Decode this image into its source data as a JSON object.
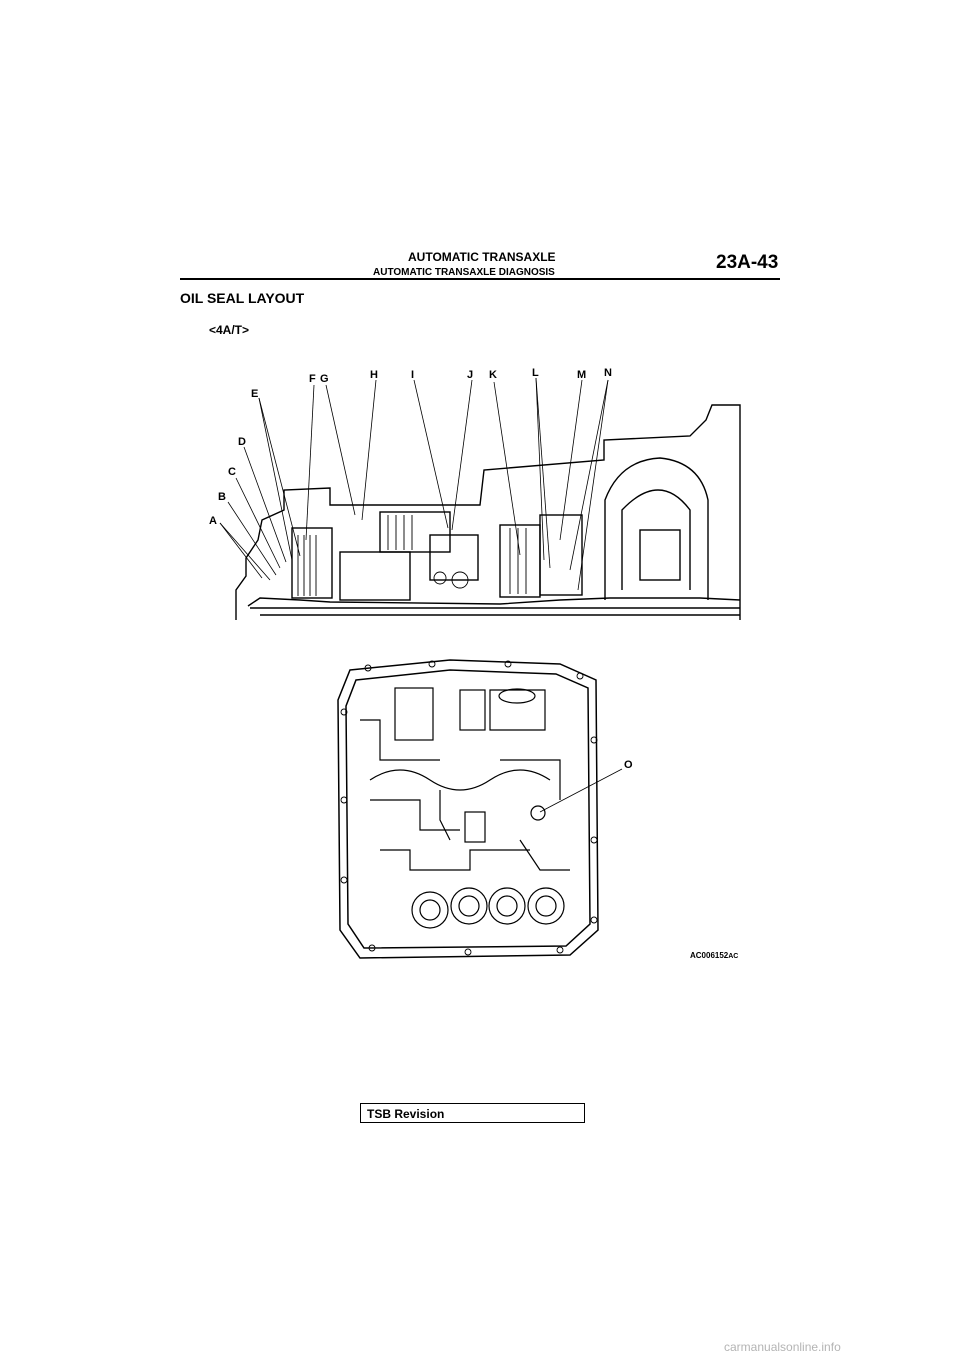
{
  "header": {
    "section_title": "AUTOMATIC TRANSAXLE",
    "subsection_title": "AUTOMATIC TRANSAXLE DIAGNOSIS",
    "page_number": "23A-43"
  },
  "page_title": "OIL SEAL LAYOUT",
  "variant_label": "<4A/T>",
  "figure": {
    "callouts": [
      "A",
      "B",
      "C",
      "D",
      "E",
      "F",
      "G",
      "H",
      "I",
      "J",
      "K",
      "L",
      "M",
      "N",
      "O"
    ],
    "part_number": "AC006152",
    "part_suffix": "AC"
  },
  "footer": {
    "tsb_label": "TSB Revision"
  },
  "watermark": "carmanualsonline.info"
}
